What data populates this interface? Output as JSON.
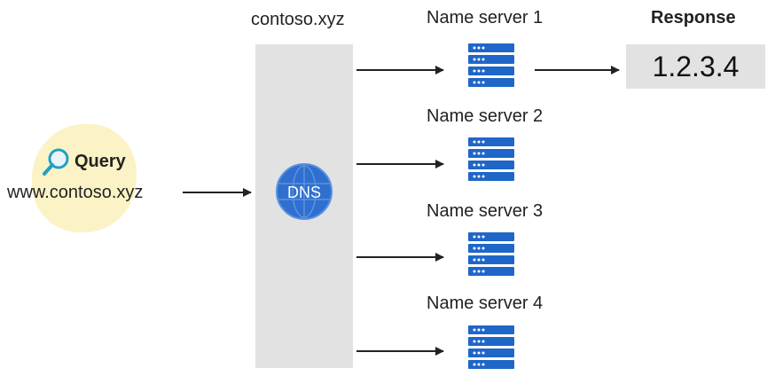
{
  "query": {
    "label": "Query",
    "hostname": "www.contoso.xyz",
    "icon": "search-icon"
  },
  "resolver": {
    "domain": "contoso.xyz",
    "badge": "DNS",
    "icon": "globe-icon"
  },
  "name_servers": [
    {
      "label": "Name server 1",
      "icon": "server-icon"
    },
    {
      "label": "Name server 2",
      "icon": "server-icon"
    },
    {
      "label": "Name server 3",
      "icon": "server-icon"
    },
    {
      "label": "Name server 4",
      "icon": "server-icon"
    }
  ],
  "response": {
    "label": "Response",
    "value": "1.2.3.4"
  },
  "colors": {
    "dns_blue": "#2f6fd0",
    "server_blue": "#1f66c9",
    "query_highlight": "#fbf3c5",
    "panel_gray": "#e2e2e2"
  }
}
